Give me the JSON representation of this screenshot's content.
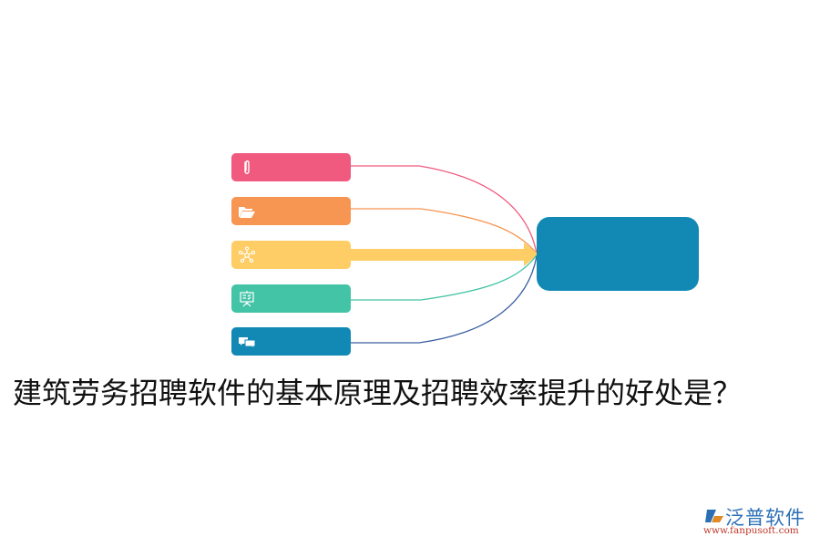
{
  "diagram": {
    "type": "mind-map-fan-in",
    "nodes": [
      {
        "id": "n1",
        "icon": "paperclip-icon",
        "color": "#f05a7e",
        "label": ""
      },
      {
        "id": "n2",
        "icon": "folder-open-icon",
        "color": "#f79552",
        "label": ""
      },
      {
        "id": "n3",
        "icon": "network-icon",
        "color": "#fecd66",
        "label": ""
      },
      {
        "id": "n4",
        "icon": "presentation-board-icon",
        "color": "#44c4a6",
        "label": ""
      },
      {
        "id": "n5",
        "icon": "chat-bubbles-icon",
        "color": "#1289b4",
        "label": ""
      }
    ],
    "hub": {
      "color": "#1289b4",
      "label": ""
    },
    "connector_colors": [
      "#f05a7e",
      "#f79552",
      "#fecd66",
      "#44c4a6",
      "#3a5fa0"
    ]
  },
  "title": "建筑劳务招聘软件的基本原理及招聘效率提升的好处是？",
  "logo": {
    "brand": "泛普软件",
    "url": "www.fanpusoft.com"
  }
}
